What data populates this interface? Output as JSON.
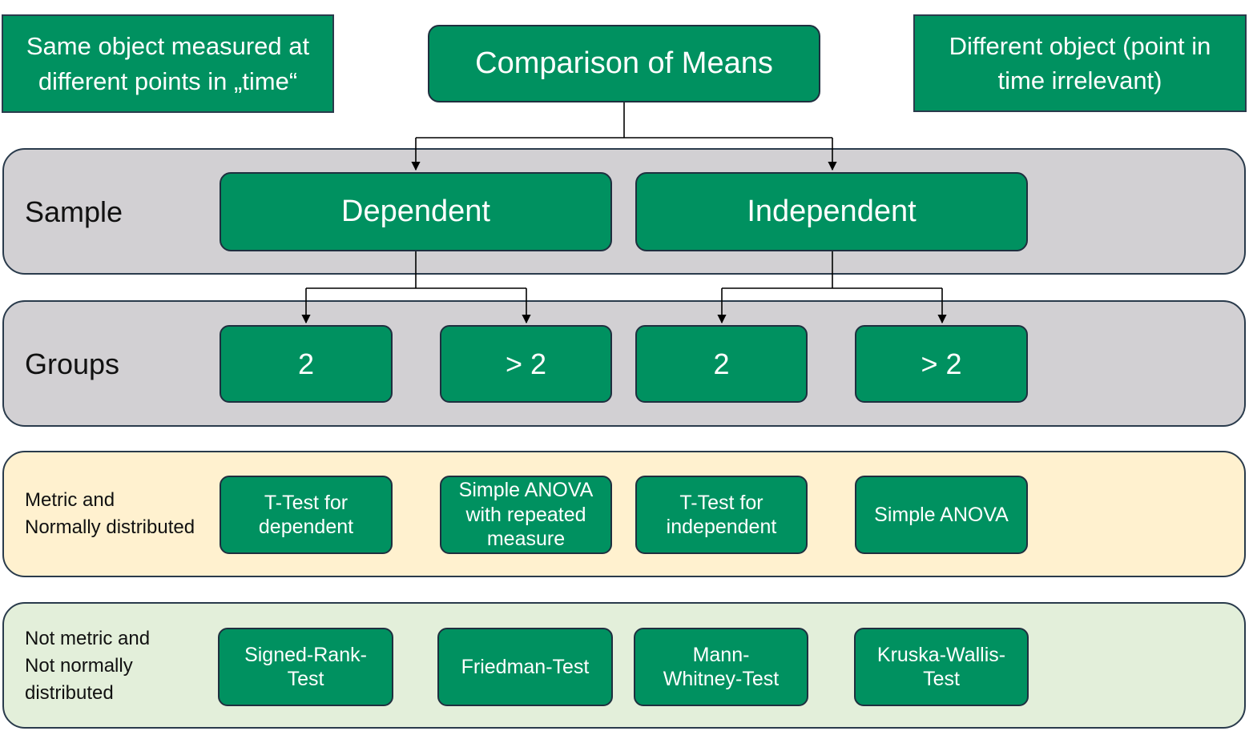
{
  "notes": {
    "left": "Same object measured at different points in „time“",
    "right": "Different object (point in time irrelevant)"
  },
  "root": "Comparison of Means",
  "rows": {
    "sample": {
      "label": "Sample",
      "boxes": [
        "Dependent",
        "Independent"
      ]
    },
    "groups": {
      "label": "Groups",
      "boxes": [
        "2",
        "> 2",
        "2",
        "> 2"
      ]
    },
    "metric": {
      "label_line1": "Metric and",
      "label_line2": "Normally distributed",
      "boxes": [
        "T-Test for dependent",
        "Simple ANOVA with repeated measure",
        "T-Test for independent",
        "Simple ANOVA"
      ]
    },
    "nonmetric": {
      "label_line1": "Not metric and",
      "label_line2": "Not normally",
      "label_line3": "distributed",
      "boxes": [
        "Signed-Rank-Test",
        "Friedman-Test",
        "Mann-Whitney-Test",
        "Kruska-Wallis-Test"
      ]
    }
  },
  "colors": {
    "box_green": "#009160",
    "band_gray": "#d2d0d3",
    "band_yellow": "#fff1cf",
    "band_green": "#e3efda"
  }
}
